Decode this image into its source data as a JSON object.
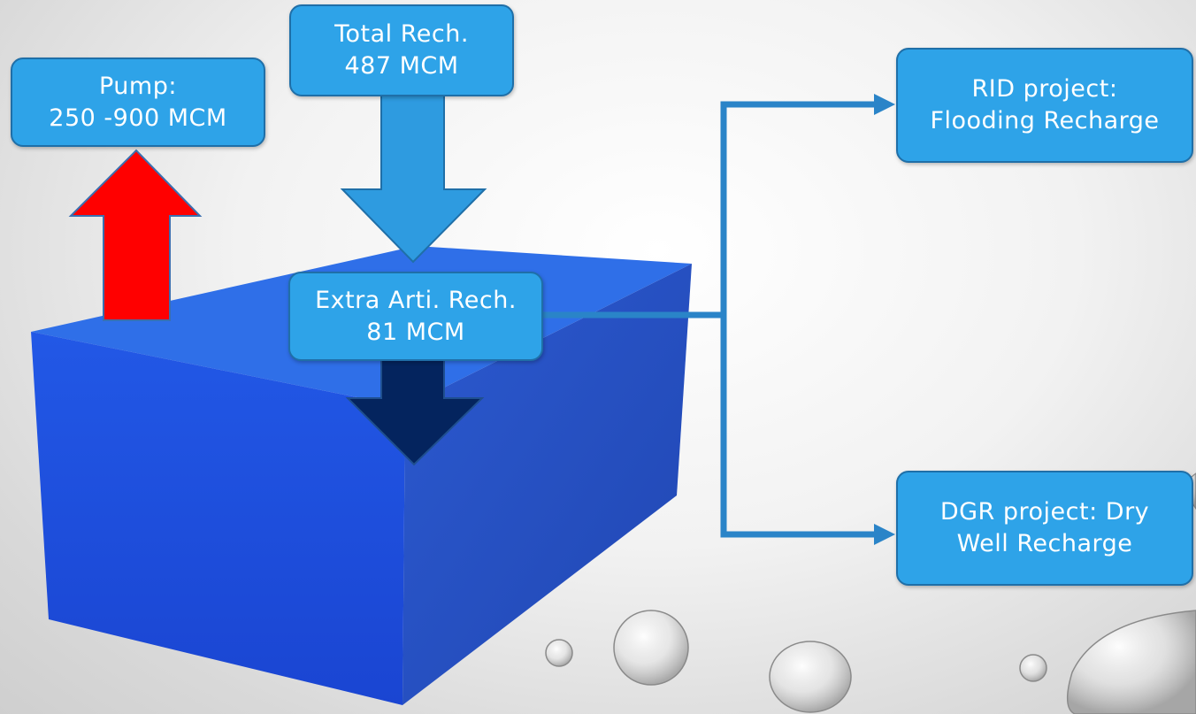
{
  "diagram": {
    "pump": {
      "line1": "Pump:",
      "line2": "250 -900 MCM"
    },
    "total_recharge": {
      "line1": "Total Rech.",
      "line2": "487 MCM"
    },
    "extra_recharge": {
      "line1": "Extra Arti. Rech.",
      "line2": "81 MCM"
    },
    "rid_project": {
      "line1": "RID project:",
      "line2": "Flooding Recharge"
    },
    "dgr_project": {
      "line1": "DGR project: Dry",
      "line2": "Well Recharge"
    }
  },
  "colors": {
    "box_fill": "#2ea3e8",
    "box_border": "#1f6fa8",
    "connector": "#2a84c8",
    "reservoir_top": "#2f6fe8",
    "reservoir_front": "#1d4fdc",
    "reservoir_side": "#2a54c4",
    "pump_arrow": "#ff0000",
    "total_arrow": "#2e9be0",
    "extra_arrow": "#04245e"
  }
}
